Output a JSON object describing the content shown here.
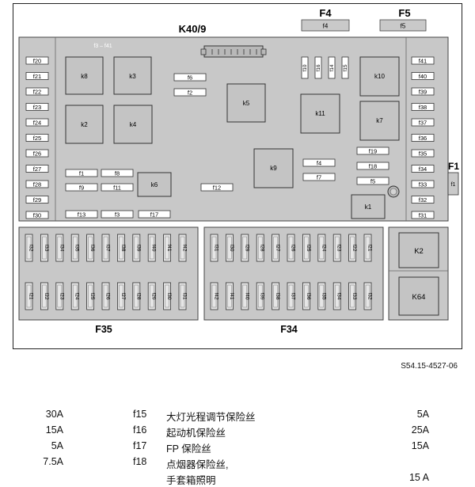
{
  "diagram": {
    "header_labels": {
      "k40": "K40/9",
      "f4": "F4",
      "f5": "F5",
      "f1": "F1",
      "f35": "F35",
      "f34": "F34"
    },
    "top_box_labels": {
      "f4": "f4",
      "f5": "f5"
    },
    "range_label": "f3 – f41",
    "left_column": [
      "f20",
      "f21",
      "f22",
      "f23",
      "f24",
      "f25",
      "f26",
      "f27",
      "f28",
      "f29",
      "f30"
    ],
    "right_column": [
      "f41",
      "f40",
      "f39",
      "f38",
      "f37",
      "f36",
      "f35",
      "f34",
      "f33",
      "f32",
      "f31"
    ],
    "relays": {
      "k8": "k8",
      "k3": "k3",
      "k2": "k2",
      "k4": "k4",
      "k5": "k5",
      "k9": "k9",
      "k6": "k6",
      "k10": "k10",
      "k11": "k11",
      "k7": "k7",
      "k1": "k1",
      "K2": "K2",
      "K64": "K64"
    },
    "inner_fuses": {
      "f6": "f6",
      "f2": "f2",
      "f1": "f1",
      "f8": "f8",
      "f9": "f9",
      "f11": "f11",
      "f12": "f12",
      "f13": "f13",
      "f3": "f3",
      "f17": "f17",
      "f19": "f19",
      "f18": "f18",
      "f5": "f5",
      "f4": "f4",
      "f7": "f7",
      "f1_side": "f1"
    },
    "vertical_fuses": [
      "f10",
      "f16",
      "f14",
      "f15"
    ],
    "f35_top": [
      "f32",
      "f33",
      "f34",
      "f35",
      "f36",
      "f37",
      "f38",
      "f39",
      "f40",
      "f41",
      "f42"
    ],
    "f35_bottom": [
      "f21",
      "f22",
      "f23",
      "f24",
      "f25",
      "f26",
      "f27",
      "f28",
      "f29",
      "f30",
      "f31"
    ],
    "f34_top": [
      "f31",
      "f30",
      "f29",
      "f28",
      "f27",
      "f26",
      "f25",
      "f24",
      "f23",
      "f22",
      "f21"
    ],
    "f34_bottom": [
      "f42",
      "f41",
      "f40",
      "f39",
      "f38",
      "f37",
      "f36",
      "f35",
      "f34",
      "f33",
      "f32"
    ]
  },
  "code": "S54.15-4527-06",
  "legend": [
    {
      "left": "30A",
      "code": "f15",
      "desc": "大灯光程调节保险丝",
      "right": "5A"
    },
    {
      "left": "15A",
      "code": "f16",
      "desc": "起动机保险丝",
      "right": "25A"
    },
    {
      "left": "5A",
      "code": "f17",
      "desc": "FP 保险丝",
      "right": "15A"
    },
    {
      "left": "7.5A",
      "code": "f18",
      "desc": "点烟器保险丝,",
      "right": ""
    },
    {
      "left": "",
      "code": "",
      "desc": "手套箱照明",
      "right": "15 A"
    }
  ]
}
